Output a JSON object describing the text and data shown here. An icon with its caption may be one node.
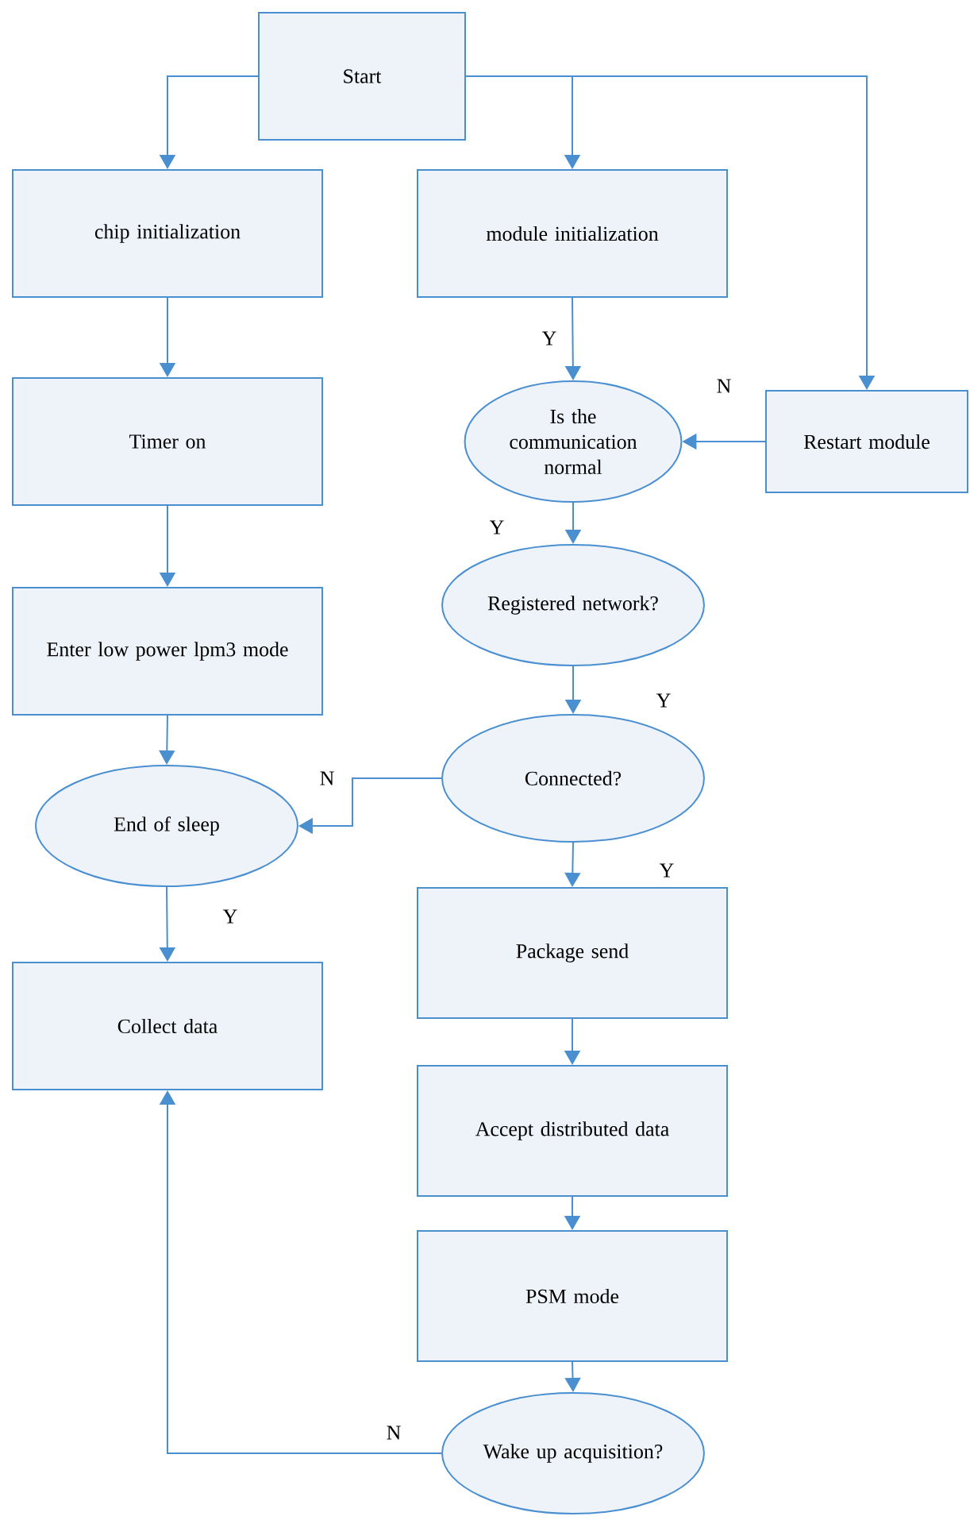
{
  "diagram": {
    "nodes": [
      {
        "text": [
          "Start"
        ]
      },
      {
        "text": [
          "chip initialization"
        ]
      },
      {
        "text": [
          "module initialization"
        ]
      },
      {
        "text": [
          "Timer on"
        ]
      },
      {
        "text": [
          "Is the communication normal"
        ]
      },
      {
        "text": [
          "Restart module"
        ]
      },
      {
        "text": [
          "Registered network?"
        ]
      },
      {
        "text": [
          "Enter low power lpm3 mode"
        ]
      },
      {
        "text": [
          "End of sleep"
        ]
      },
      {
        "text": [
          "Connected?"
        ]
      },
      {
        "text": [
          "Package send"
        ]
      },
      {
        "text": [
          "Collect data"
        ]
      },
      {
        "text": [
          "Accept distributed data"
        ]
      },
      {
        "text": [
          "PSM mode"
        ]
      },
      {
        "text": [
          "Wake up acquisition?"
        ]
      }
    ],
    "edges": [
      {
        "from": 0,
        "to": 1,
        "arrow": "to"
      },
      {
        "from": 0,
        "to": 2,
        "arrow": "to"
      },
      {
        "from": 0,
        "to": 5,
        "arrow": "to"
      },
      {
        "from": 1,
        "to": 3,
        "arrow": "to"
      },
      {
        "from": 2,
        "to": 4,
        "arrow": "to",
        "label": "Y"
      },
      {
        "from": 5,
        "to": 4,
        "arrow": "to",
        "label": "N"
      },
      {
        "from": 3,
        "to": 7,
        "arrow": "to"
      },
      {
        "from": 4,
        "to": 6,
        "arrow": "to",
        "label": "Y"
      },
      {
        "from": 7,
        "to": 8,
        "arrow": "to"
      },
      {
        "from": 6,
        "to": 9,
        "arrow": "to",
        "label": "Y"
      },
      {
        "from": 9,
        "to": 8,
        "arrow": "to",
        "label": "N"
      },
      {
        "from": 8,
        "to": 11,
        "arrow": "to",
        "label": "Y"
      },
      {
        "from": 9,
        "to": 10,
        "arrow": "to",
        "label": "Y"
      },
      {
        "from": 10,
        "to": 12,
        "arrow": "to"
      },
      {
        "from": 12,
        "to": 13,
        "arrow": "to"
      },
      {
        "from": 13,
        "to": 14,
        "arrow": "to"
      },
      {
        "from": 14,
        "to": 11,
        "arrow": "to",
        "label": "N"
      }
    ]
  }
}
